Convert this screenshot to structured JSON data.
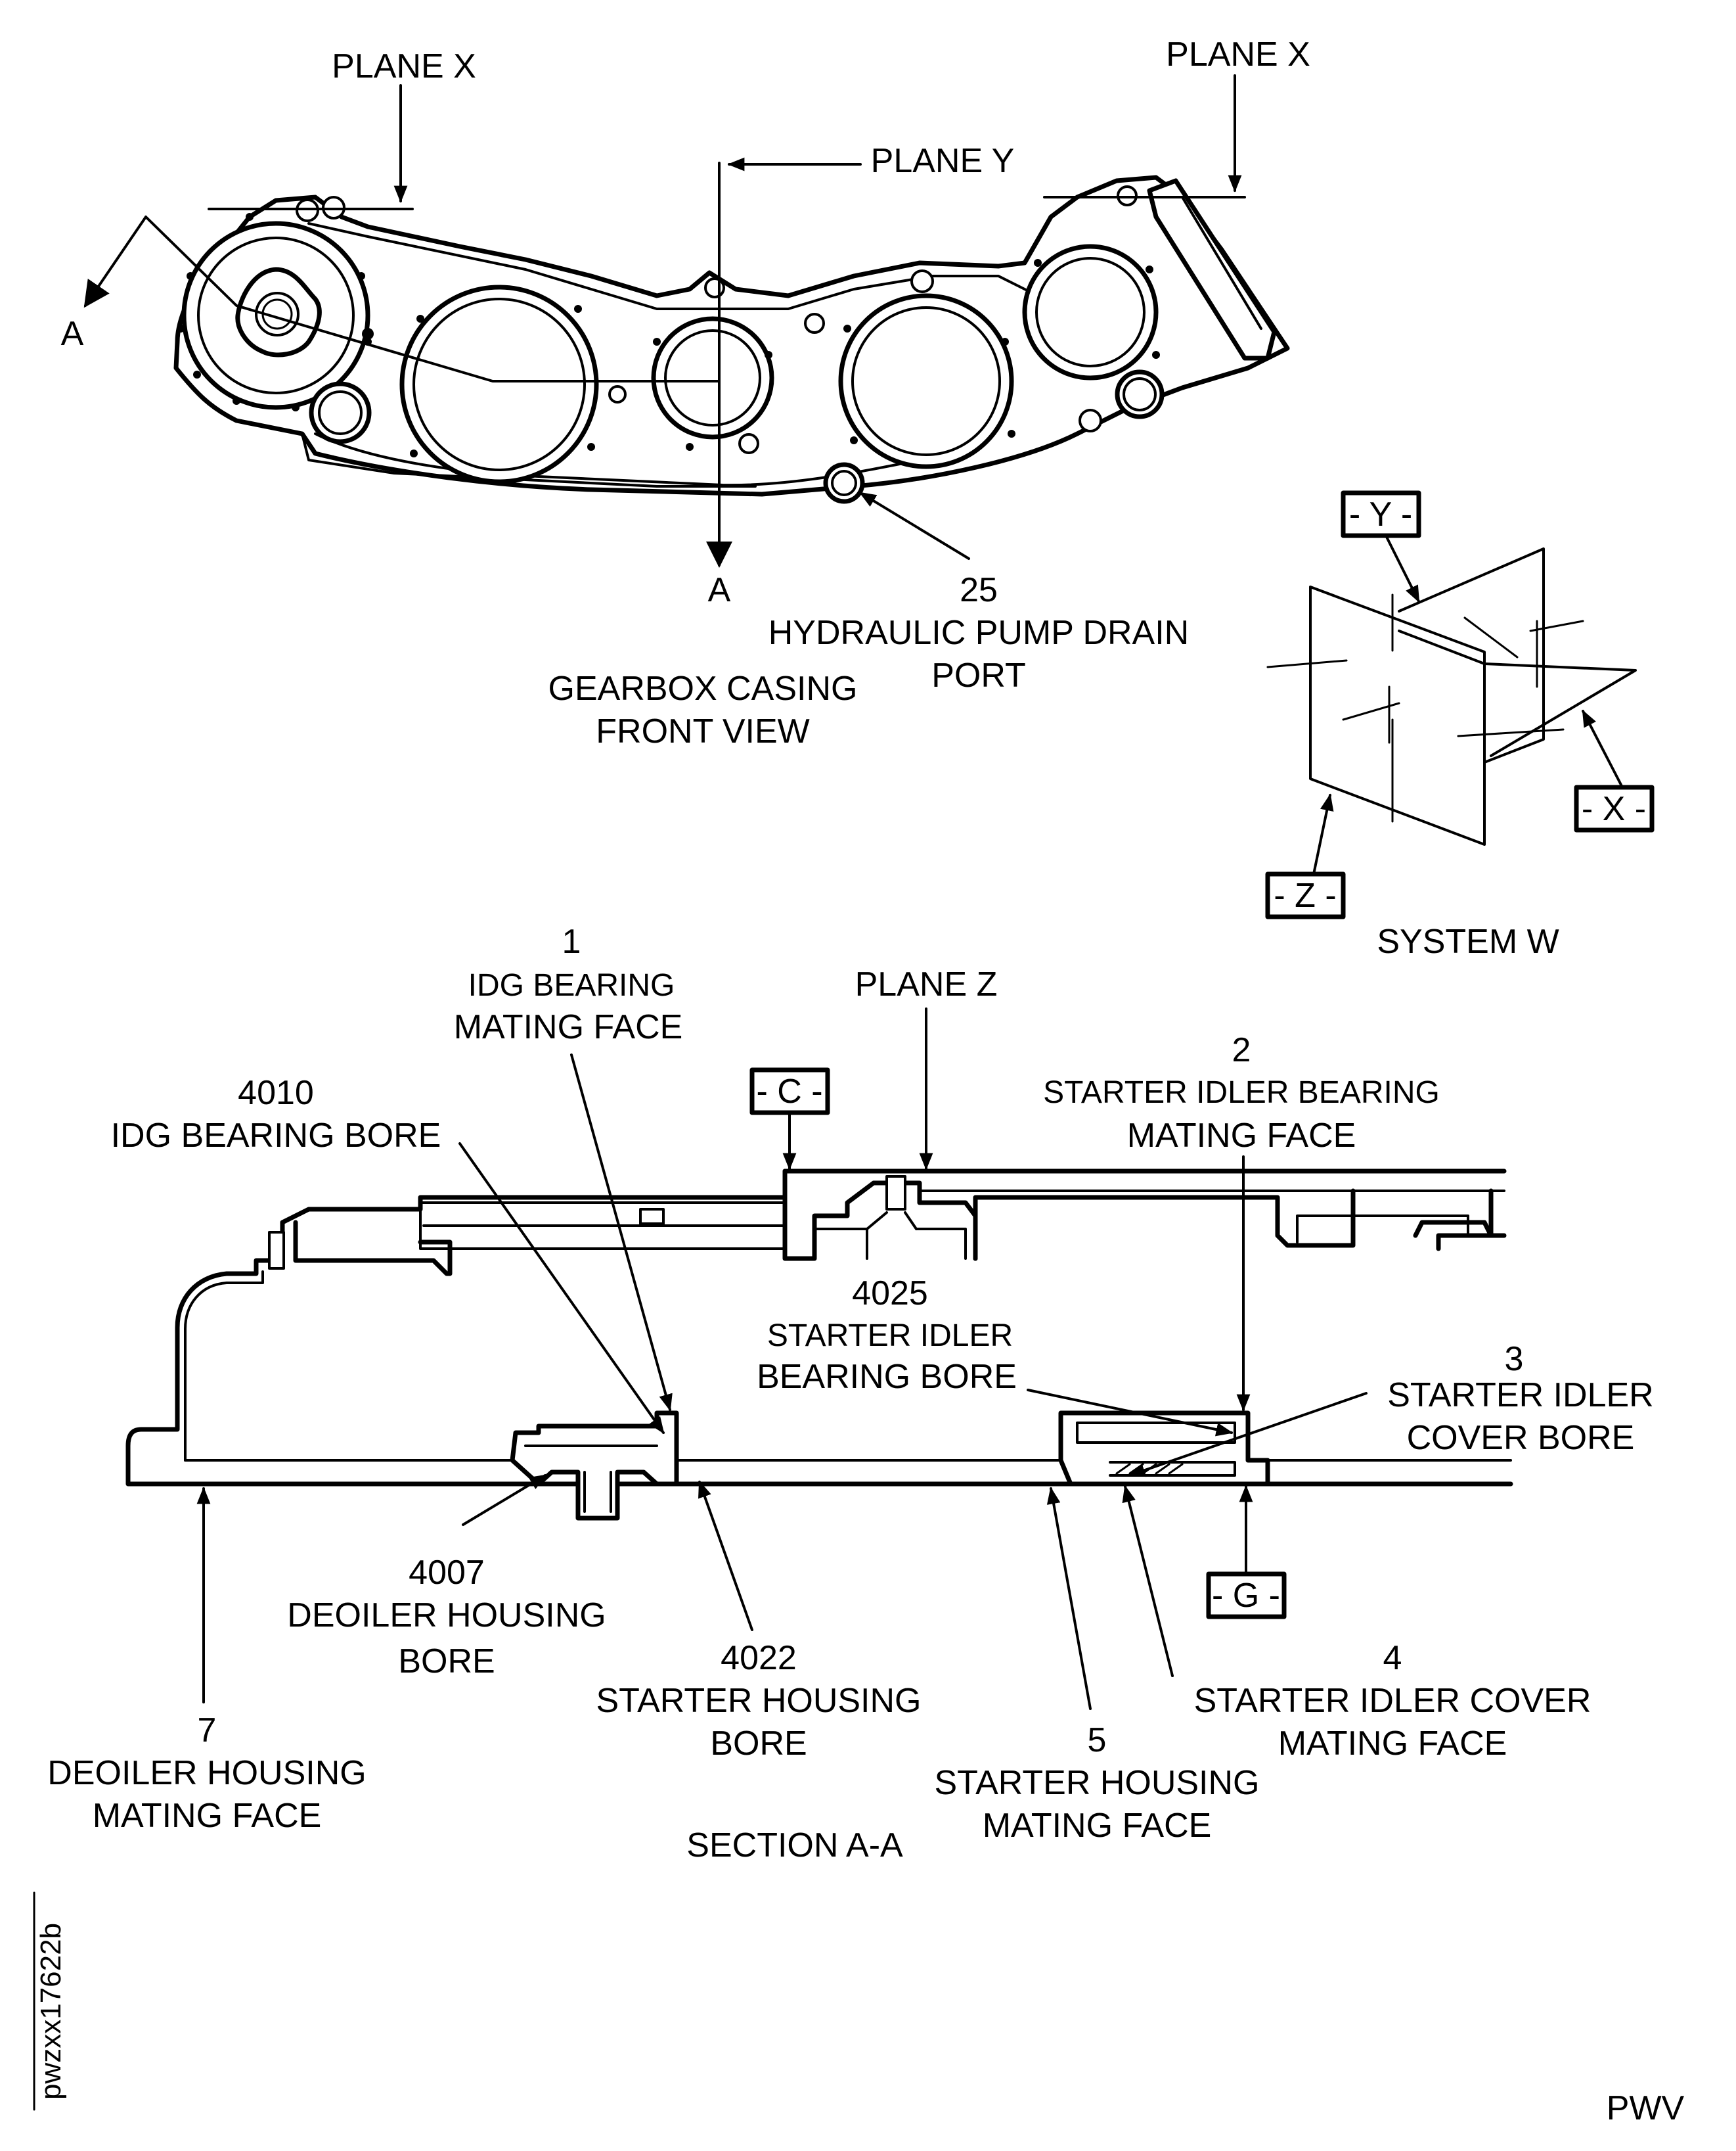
{
  "figure_id": "pwzxx17622b",
  "corner_code": "PWV",
  "front_view": {
    "title_line1": "GEARBOX CASING",
    "title_line2": "FRONT VIEW",
    "plane_x_left": "PLANE X",
    "plane_x_right": "PLANE X",
    "plane_y": "PLANE Y",
    "section_mark_left": "A",
    "section_mark_bottom": "A",
    "callout_25": {
      "number": "25",
      "line1": "HYDRAULIC PUMP DRAIN",
      "line2": "PORT"
    }
  },
  "system_w": {
    "title": "SYSTEM W",
    "datum_y": "- Y -",
    "datum_x": "- X -",
    "datum_z": "- Z -"
  },
  "section_view": {
    "title": "SECTION A-A",
    "plane_z": "PLANE Z",
    "datum_c": "- C -",
    "datum_g": "- G -",
    "callouts": [
      {
        "id": "c1",
        "number": "1",
        "line1": "IDG BEARING",
        "line2": "MATING FACE",
        "line3": ""
      },
      {
        "id": "c4010",
        "number": "4010",
        "line1": "IDG BEARING BORE",
        "line2": "",
        "line3": ""
      },
      {
        "id": "c2",
        "number": "2",
        "line1": "STARTER IDLER BEARING",
        "line2": "MATING FACE",
        "line3": ""
      },
      {
        "id": "c4025",
        "number": "4025",
        "line1": "STARTER IDLER",
        "line2": "BEARING BORE",
        "line3": ""
      },
      {
        "id": "c3",
        "number": "3",
        "line1": "STARTER IDLER",
        "line2": "COVER BORE",
        "line3": ""
      },
      {
        "id": "c4007",
        "number": "4007",
        "line1": "DEOILER HOUSING",
        "line2": "BORE",
        "line3": ""
      },
      {
        "id": "c4022",
        "number": "4022",
        "line1": "STARTER HOUSING",
        "line2": "BORE",
        "line3": ""
      },
      {
        "id": "c4",
        "number": "4",
        "line1": "STARTER IDLER COVER",
        "line2": "MATING FACE",
        "line3": ""
      },
      {
        "id": "c7",
        "number": "7",
        "line1": "DEOILER HOUSING",
        "line2": "MATING FACE",
        "line3": ""
      },
      {
        "id": "c5",
        "number": "5",
        "line1": "STARTER HOUSING",
        "line2": "MATING FACE",
        "line3": ""
      }
    ]
  }
}
